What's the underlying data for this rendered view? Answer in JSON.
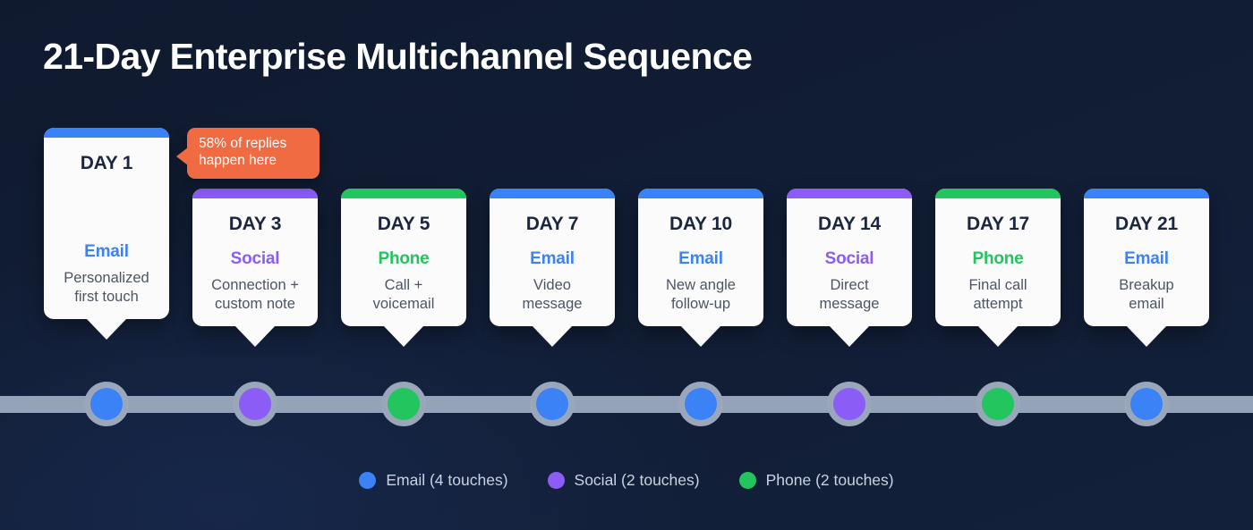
{
  "title": "21-Day Enterprise Multichannel Sequence",
  "colors": {
    "background": "#111d34",
    "email": "#3b82f6",
    "social": "#8b5cf6",
    "phone": "#22c55e",
    "callout": "#f06a42",
    "axis": "#94a3b8",
    "card_bg": "#fbfbfb",
    "day_text": "#1b2640",
    "desc_text": "#4b5563",
    "legend_text": "#c8d2e0"
  },
  "callout": {
    "line1": "58% of replies",
    "line2": "happen here",
    "text": "58% of replies happen here"
  },
  "steps": [
    {
      "day": "DAY 1",
      "channel": "Email",
      "desc_line1": "Personalized",
      "desc_line2": "first touch",
      "color": "#3b82f6"
    },
    {
      "day": "DAY 3",
      "channel": "Social",
      "desc_line1": "Connection +",
      "desc_line2": "custom note",
      "color": "#8b5cf6"
    },
    {
      "day": "DAY 5",
      "channel": "Phone",
      "desc_line1": "Call +",
      "desc_line2": "voicemail",
      "color": "#22c55e"
    },
    {
      "day": "DAY 7",
      "channel": "Email",
      "desc_line1": "Video",
      "desc_line2": "message",
      "color": "#3b82f6"
    },
    {
      "day": "DAY 10",
      "channel": "Email",
      "desc_line1": "New angle",
      "desc_line2": "follow-up",
      "color": "#3b82f6"
    },
    {
      "day": "DAY 14",
      "channel": "Social",
      "desc_line1": "Direct",
      "desc_line2": "message",
      "color": "#8b5cf6"
    },
    {
      "day": "DAY 17",
      "channel": "Phone",
      "desc_line1": "Final call",
      "desc_line2": "attempt",
      "color": "#22c55e"
    },
    {
      "day": "DAY 21",
      "channel": "Email",
      "desc_line1": "Breakup",
      "desc_line2": "email",
      "color": "#3b82f6"
    }
  ],
  "legend": [
    {
      "label": "Email (4 touches)",
      "color": "#3b82f6"
    },
    {
      "label": "Social (2 touches)",
      "color": "#8b5cf6"
    },
    {
      "label": "Phone (2 touches)",
      "color": "#22c55e"
    }
  ],
  "chart_data": {
    "type": "table",
    "title": "21-Day Enterprise Multichannel Sequence",
    "categories": [
      "Day 1",
      "Day 3",
      "Day 5",
      "Day 7",
      "Day 10",
      "Day 14",
      "Day 17",
      "Day 21"
    ],
    "values": [
      1,
      3,
      5,
      7,
      10,
      14,
      17,
      21
    ],
    "series": [
      {
        "name": "Channel",
        "values": [
          "Email",
          "Social",
          "Phone",
          "Email",
          "Email",
          "Social",
          "Phone",
          "Email"
        ]
      },
      {
        "name": "Action",
        "values": [
          "Personalized first touch",
          "Connection + custom note",
          "Call + voicemail",
          "Video message",
          "New angle follow-up",
          "Direct message",
          "Final call attempt",
          "Breakup email"
        ]
      }
    ],
    "channel_totals": {
      "Email": 4,
      "Social": 2,
      "Phone": 2
    },
    "annotations": [
      {
        "text": "58% of replies happen here",
        "target": "Day 1"
      }
    ],
    "xlabel": "",
    "ylabel": "",
    "grid": false,
    "legend_position": "bottom-center"
  }
}
